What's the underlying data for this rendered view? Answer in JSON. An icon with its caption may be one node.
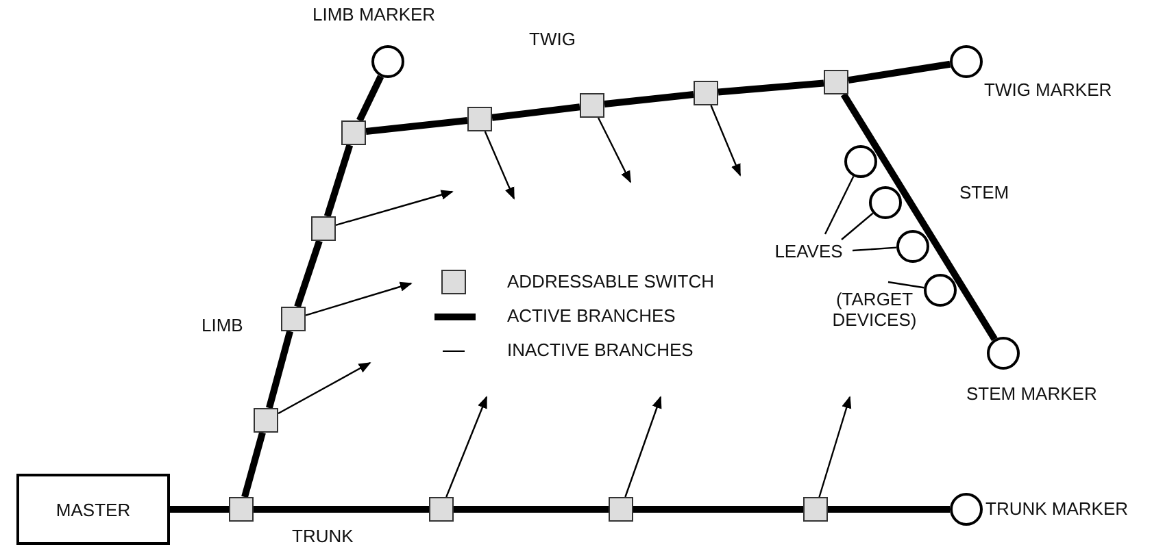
{
  "diagram": {
    "nodes": [
      {
        "text": [
          "MASTER"
        ]
      },
      {
        "text": [],
        "shape": "box"
      },
      {
        "text": [],
        "shape": "box"
      },
      {
        "text": [],
        "shape": "box"
      },
      {
        "text": [],
        "shape": "box"
      },
      {
        "text": [],
        "shape": "box"
      },
      {
        "text": [],
        "shape": "circle",
        "beside": [
          "LIMB MARKER"
        ]
      },
      {
        "text": [],
        "shape": "box"
      },
      {
        "text": [],
        "shape": "box"
      },
      {
        "text": [],
        "shape": "box"
      },
      {
        "text": [],
        "shape": "box"
      },
      {
        "text": [],
        "shape": "circle",
        "beside": [
          "TWIG MARKER"
        ]
      },
      {
        "text": [],
        "shape": "circle"
      },
      {
        "text": [],
        "shape": "circle"
      },
      {
        "text": [],
        "shape": "circle"
      },
      {
        "text": [],
        "shape": "circle"
      },
      {
        "text": [],
        "shape": "circle",
        "beside": [
          "STEM MARKER"
        ]
      },
      {
        "text": [
          "LEAVES"
        ]
      },
      {
        "text": [
          "(TARGET DEVICES)"
        ]
      },
      {
        "text": [],
        "shape": "box"
      },
      {
        "text": [],
        "shape": "box"
      },
      {
        "text": [],
        "shape": "box"
      },
      {
        "text": [],
        "shape": "circle",
        "beside": [
          "TRUNK MARKER"
        ]
      }
    ],
    "edges": [
      {
        "from": 0,
        "to": 1,
        "arrow": "none"
      },
      {
        "from": 1,
        "to": 19,
        "arrow": "none"
      },
      {
        "from": 19,
        "to": 20,
        "arrow": "none"
      },
      {
        "from": 20,
        "to": 21,
        "arrow": "none"
      },
      {
        "from": 21,
        "to": 22,
        "arrow": "none"
      },
      {
        "from": 1,
        "to": 2,
        "arrow": "none"
      },
      {
        "from": 2,
        "to": 3,
        "arrow": "none"
      },
      {
        "from": 3,
        "to": 4,
        "arrow": "none"
      },
      {
        "from": 4,
        "to": 5,
        "arrow": "none"
      },
      {
        "from": 5,
        "to": 6,
        "arrow": "none"
      },
      {
        "from": 5,
        "to": 7,
        "arrow": "none"
      },
      {
        "from": 7,
        "to": 8,
        "arrow": "none"
      },
      {
        "from": 8,
        "to": 9,
        "arrow": "none"
      },
      {
        "from": 9,
        "to": 10,
        "arrow": "none"
      },
      {
        "from": 10,
        "to": 11,
        "arrow": "none"
      },
      {
        "from": 10,
        "to": 16,
        "arrow": "none"
      },
      {
        "from": 4,
        "to": null,
        "arrow": "to"
      },
      {
        "from": 3,
        "to": null,
        "arrow": "to"
      },
      {
        "from": 2,
        "to": null,
        "arrow": "to"
      },
      {
        "from": 7,
        "to": null,
        "arrow": "to"
      },
      {
        "from": 8,
        "to": null,
        "arrow": "to"
      },
      {
        "from": 9,
        "to": null,
        "arrow": "to"
      },
      {
        "from": 19,
        "to": null,
        "arrow": "to"
      },
      {
        "from": 20,
        "to": null,
        "arrow": "to"
      },
      {
        "from": 21,
        "to": null,
        "arrow": "to"
      },
      {
        "from": 17,
        "to": 12,
        "arrow": "none"
      },
      {
        "from": 17,
        "to": 13,
        "arrow": "none"
      },
      {
        "from": 17,
        "to": 14,
        "arrow": "none"
      },
      {
        "from": 18,
        "to": 15,
        "arrow": "none"
      }
    ],
    "labels": [
      "TWIG",
      "STEM",
      "LIMB",
      "TRUNK"
    ],
    "legend": [
      {
        "text": "ADDRESSABLE SWITCH"
      },
      {
        "text": "ACTIVE BRANCHES"
      },
      {
        "text": "INACTIVE BRANCHES"
      }
    ]
  }
}
